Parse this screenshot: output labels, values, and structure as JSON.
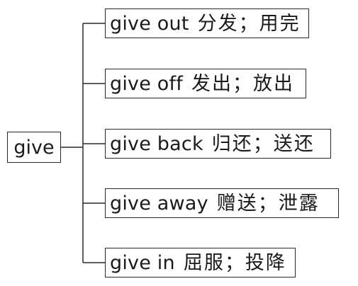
{
  "root": {
    "label": "give"
  },
  "phrases": [
    {
      "en": "give out",
      "zh": "分发；用完"
    },
    {
      "en": "give off",
      "zh": "发出；放出"
    },
    {
      "en": "give back",
      "zh": "归还；送还"
    },
    {
      "en": "give away",
      "zh": "赠送；泄露"
    },
    {
      "en": "give in",
      "zh": "屈服；投降"
    }
  ]
}
